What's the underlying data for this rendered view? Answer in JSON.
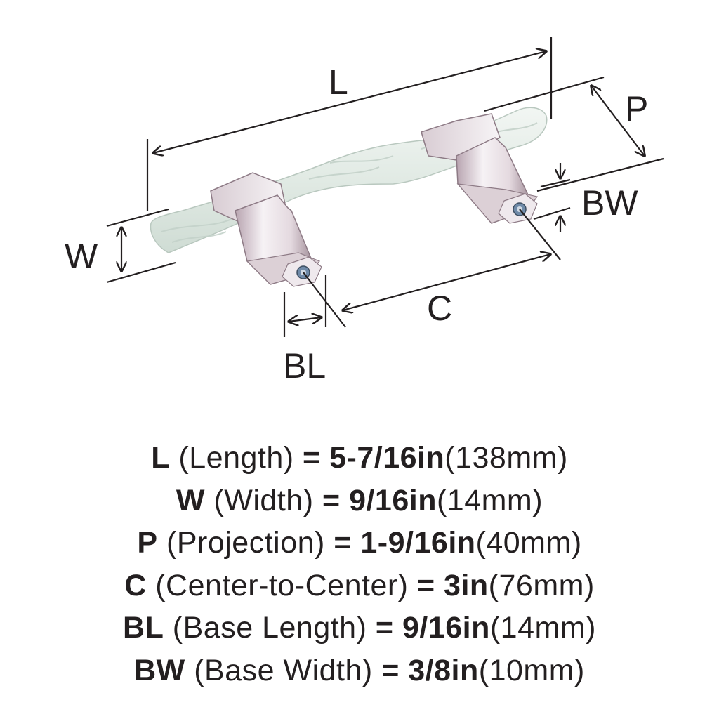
{
  "diagram": {
    "labels": {
      "L": "L",
      "P": "P",
      "W": "W",
      "BW": "BW",
      "C": "C",
      "BL": "BL"
    },
    "colors": {
      "line": "#231f20",
      "handle_light": "#e4ece7",
      "handle_shade": "#c9d6cf",
      "chrome_light": "#f3eef2",
      "chrome_mid": "#cbb9c3",
      "chrome_dark": "#8d7a85"
    }
  },
  "specs": [
    {
      "code": "L",
      "name": "(Length)",
      "eq": "=",
      "imperial": "5-7/16in",
      "metric": "(138mm)"
    },
    {
      "code": "W",
      "name": "(Width)",
      "eq": "=",
      "imperial": "9/16in",
      "metric": "(14mm)"
    },
    {
      "code": "P",
      "name": "(Projection)",
      "eq": "=",
      "imperial": "1-9/16in",
      "metric": "(40mm)"
    },
    {
      "code": "C",
      "name": "(Center-to-Center)",
      "eq": "=",
      "imperial": "3in",
      "metric": "(76mm)"
    },
    {
      "code": "BL",
      "name": "(Base Length)",
      "eq": "=",
      "imperial": "9/16in",
      "metric": "(14mm)"
    },
    {
      "code": "BW",
      "name": "(Base Width)",
      "eq": "=",
      "imperial": "3/8in",
      "metric": "(10mm)"
    }
  ]
}
